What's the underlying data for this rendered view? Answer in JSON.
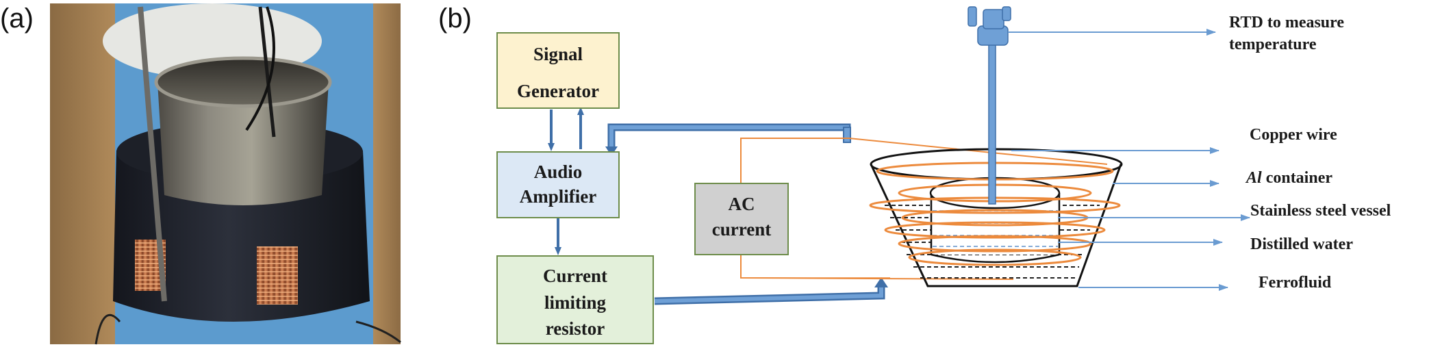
{
  "panels": {
    "a": "(a)",
    "b": "(b)"
  },
  "blocks": {
    "signal_generator": [
      "Signal",
      "Generator"
    ],
    "audio_amplifier": [
      "Audio",
      "Amplifier"
    ],
    "ac_current": [
      "AC",
      "current"
    ],
    "current_limiting_resistor": [
      "Current",
      "limiting",
      "resistor"
    ]
  },
  "labels": {
    "rtd": [
      "RTD to measure",
      "temperature"
    ],
    "copper_wire": "Copper wire",
    "al_container_symbol": "Al",
    "al_container_rest": " container",
    "stainless_steel_vessel": "Stainless steel vessel",
    "distilled_water": "Distilled water",
    "ferrofluid": "Ferrofluid"
  },
  "colors": {
    "signal_box": "#fdf2cf",
    "amplifier_box": "#dce8f5",
    "resistor_box": "#e3f0da",
    "ac_box": "#d0d0d0",
    "box_border_green": "#6d8c4a",
    "connector_blue": "#5b8ec9",
    "coil_orange": "#ec8a3c",
    "leader_blue": "#6a9bd1"
  }
}
